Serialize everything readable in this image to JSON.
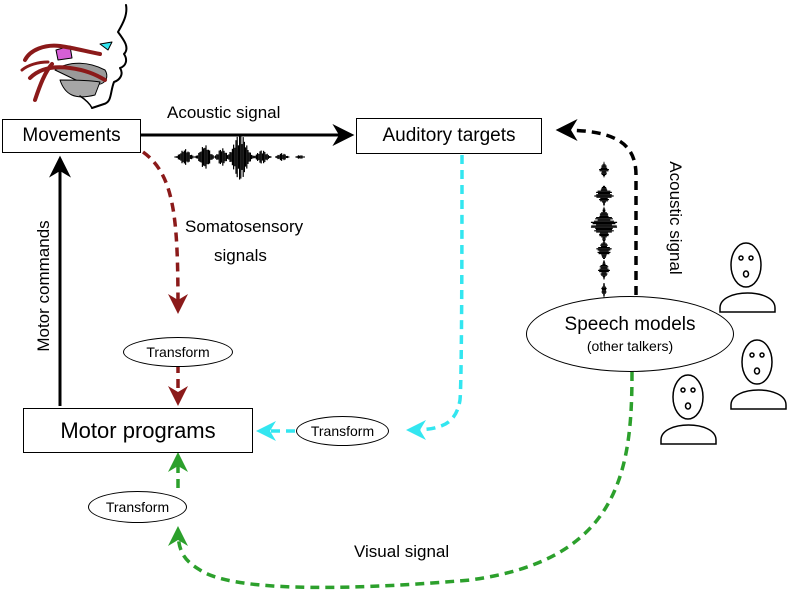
{
  "nodes": {
    "movements": "Movements",
    "auditory_targets": "Auditory targets",
    "motor_programs": "Motor programs",
    "speech_models": "Speech models",
    "speech_models_sub": "(other talkers)",
    "transform_somato": "Transform",
    "transform_auditory": "Transform",
    "transform_visual": "Transform"
  },
  "edges": {
    "acoustic_signal_top": "Acoustic signal",
    "acoustic_signal_side": "Acoustic signal",
    "somatosensory_line1": "Somatosensory",
    "somatosensory_line2": "signals",
    "motor_commands": "Motor commands",
    "visual_signal": "Visual signal"
  },
  "colors": {
    "somatosensory": "#8b1a1a",
    "auditory": "#33e6f0",
    "visual": "#2ca02c",
    "acoustic": "#000000"
  },
  "icons": [
    "vocal-tract-icon",
    "waveform-icon",
    "face-icon"
  ]
}
